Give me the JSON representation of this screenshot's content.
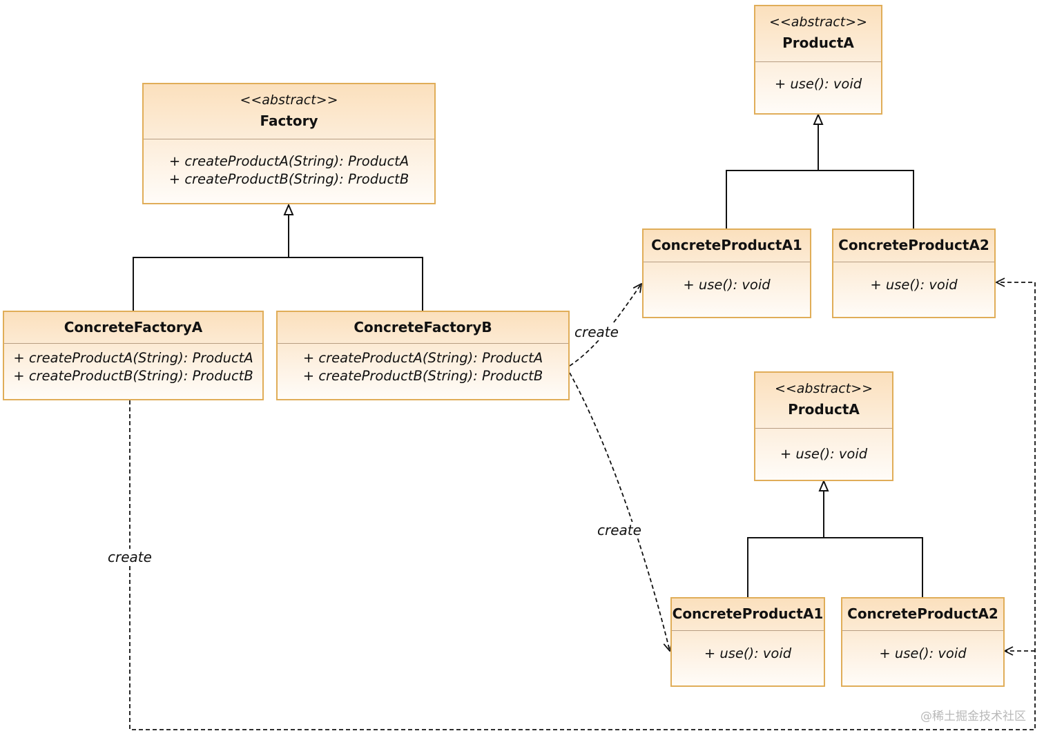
{
  "factory": {
    "stereotype": "<<abstract>>",
    "name": "Factory",
    "methods": [
      "+ createProductA(String): ProductA",
      "+ createProductB(String): ProductB"
    ]
  },
  "concrete_factory_a": {
    "name": "ConcreteFactoryA",
    "methods": [
      "+ createProductA(String): ProductA",
      "+ createProductB(String): ProductB"
    ]
  },
  "concrete_factory_b": {
    "name": "ConcreteFactoryB",
    "methods": [
      "+ createProductA(String): ProductA",
      "+ createProductB(String): ProductB"
    ]
  },
  "product_group_1": {
    "abstract": {
      "stereotype": "<<abstract>>",
      "name": "ProductA",
      "method": "+ use(): void"
    },
    "concrete_1": {
      "name": "ConcreteProductA1",
      "method": "+ use(): void"
    },
    "concrete_2": {
      "name": "ConcreteProductA2",
      "method": "+ use(): void"
    }
  },
  "product_group_2": {
    "abstract": {
      "stereotype": "<<abstract>>",
      "name": "ProductA",
      "method": "+ use(): void"
    },
    "concrete_1": {
      "name": "ConcreteProductA1",
      "method": "+ use(): void"
    },
    "concrete_2": {
      "name": "ConcreteProductA2",
      "method": "+ use(): void"
    }
  },
  "edge_labels": {
    "create_b_to_group1": "create",
    "create_b_to_group2": "create",
    "create_a_loop": "create"
  },
  "watermark": "@稀土掘金技术社区",
  "colors": {
    "box_border": "#e0ad58",
    "box_fill_top": "#fbe0bd",
    "line": "#111111"
  }
}
